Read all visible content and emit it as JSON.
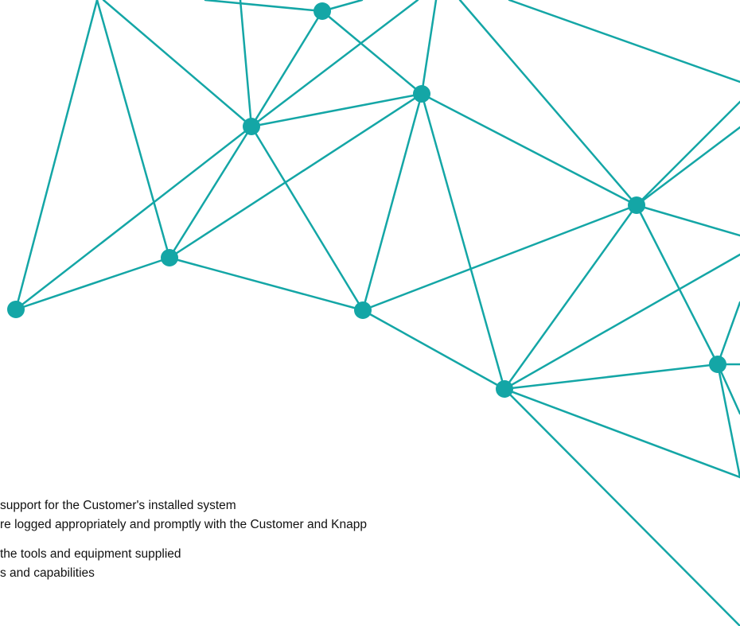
{
  "graphic": {
    "accent_color": "#14a6a6",
    "description_icon": "network-graph-decoration"
  },
  "text": {
    "lines": [
      "support for the Customer's installed system",
      "re logged appropriately and promptly with the Customer and Knapp",
      "the tools and equipment supplied",
      "s and capabilities"
    ]
  }
}
